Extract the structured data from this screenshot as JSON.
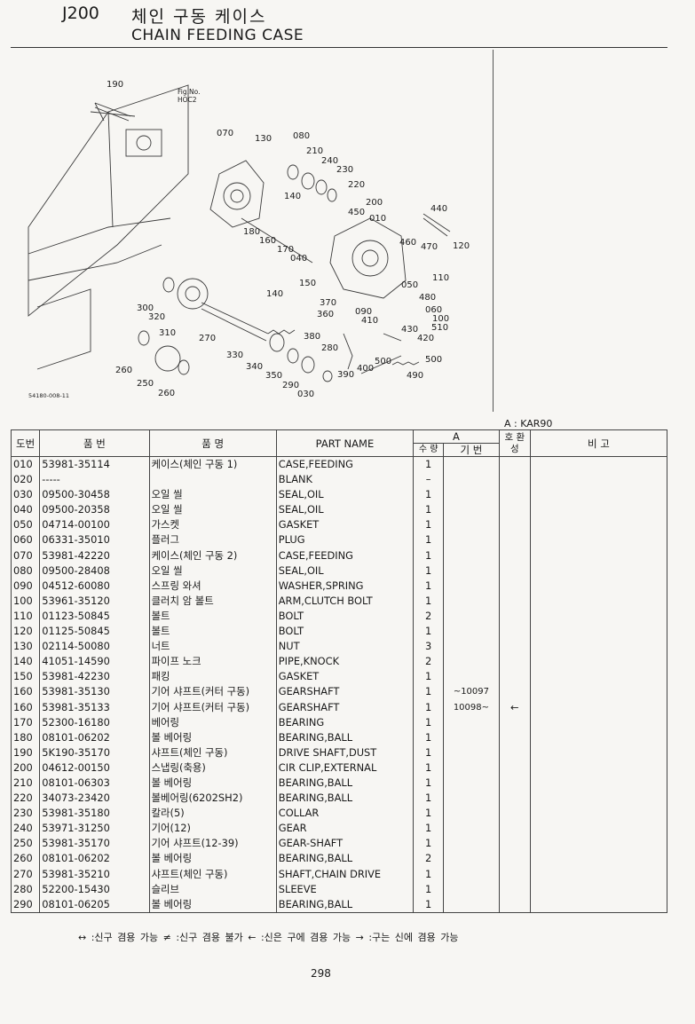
{
  "header": {
    "code": "J200",
    "title_ko": "체인 구동 케이스",
    "title_en": "CHAIN FEEDING CASE"
  },
  "diagram": {
    "fig_ref": "Fig.No.",
    "fig_no": "HOC2",
    "drawing_no": "54180-008-11",
    "callouts": [
      "190",
      "070",
      "130",
      "080",
      "210",
      "240",
      "230",
      "220",
      "200",
      "140",
      "450",
      "010",
      "440",
      "180",
      "160",
      "170",
      "040",
      "460",
      "470",
      "120",
      "110",
      "150",
      "050",
      "480",
      "140",
      "370",
      "060",
      "300",
      "090",
      "100",
      "360",
      "410",
      "510",
      "320",
      "310",
      "270",
      "430",
      "420",
      "380",
      "500",
      "280",
      "500",
      "330",
      "340",
      "400",
      "350",
      "390",
      "490",
      "260",
      "290",
      "030",
      "250",
      "260"
    ]
  },
  "model_label": "A : KAR90",
  "table": {
    "headers": {
      "no": "도번",
      "part_no": "품 번",
      "name_ko": "품 명",
      "name_en": "PART NAME",
      "group_a": "A",
      "qty": "수 량",
      "serial": "기 번",
      "interchange": "호 환 성",
      "remarks": "비 고"
    },
    "rows": [
      {
        "no": "010",
        "pn": "53981-35114",
        "ko": "케이스(체인 구동 1)",
        "en": "CASE,FEEDING",
        "q": "1",
        "s": "",
        "i": ""
      },
      {
        "no": "020",
        "pn": "-----",
        "ko": "",
        "en": "BLANK",
        "q": "–",
        "s": "",
        "i": ""
      },
      {
        "no": "030",
        "pn": "09500-30458",
        "ko": "오일 씰",
        "en": "SEAL,OIL",
        "q": "1",
        "s": "",
        "i": ""
      },
      {
        "no": "040",
        "pn": "09500-20358",
        "ko": "오일 씰",
        "en": "SEAL,OIL",
        "q": "1",
        "s": "",
        "i": ""
      },
      {
        "no": "050",
        "pn": "04714-00100",
        "ko": "가스켓",
        "en": "GASKET",
        "q": "1",
        "s": "",
        "i": ""
      },
      {
        "no": "060",
        "pn": "06331-35010",
        "ko": "플러그",
        "en": "PLUG",
        "q": "1",
        "s": "",
        "i": ""
      },
      {
        "no": "070",
        "pn": "53981-42220",
        "ko": "케이스(체인 구동 2)",
        "en": "CASE,FEEDING",
        "q": "1",
        "s": "",
        "i": ""
      },
      {
        "no": "080",
        "pn": "09500-28408",
        "ko": "오일 씰",
        "en": "SEAL,OIL",
        "q": "1",
        "s": "",
        "i": ""
      },
      {
        "no": "090",
        "pn": "04512-60080",
        "ko": "스프링 와셔",
        "en": "WASHER,SPRING",
        "q": "1",
        "s": "",
        "i": ""
      },
      {
        "no": "100",
        "pn": "53961-35120",
        "ko": "클러치 암 볼트",
        "en": "ARM,CLUTCH BOLT",
        "q": "1",
        "s": "",
        "i": ""
      },
      {
        "no": "110",
        "pn": "01123-50845",
        "ko": "볼트",
        "en": "BOLT",
        "q": "2",
        "s": "",
        "i": ""
      },
      {
        "no": "120",
        "pn": "01125-50845",
        "ko": "볼트",
        "en": "BOLT",
        "q": "1",
        "s": "",
        "i": ""
      },
      {
        "no": "130",
        "pn": "02114-50080",
        "ko": "너트",
        "en": "NUT",
        "q": "3",
        "s": "",
        "i": ""
      },
      {
        "no": "140",
        "pn": "41051-14590",
        "ko": "파이프 노크",
        "en": "PIPE,KNOCK",
        "q": "2",
        "s": "",
        "i": ""
      },
      {
        "no": "150",
        "pn": "53981-42230",
        "ko": "패킹",
        "en": "GASKET",
        "q": "1",
        "s": "",
        "i": ""
      },
      {
        "no": "160",
        "pn": "53981-35130",
        "ko": "기어 샤프트(커터 구동)",
        "en": "GEARSHAFT",
        "q": "1",
        "s": "~10097",
        "i": ""
      },
      {
        "no": "160",
        "pn": "53981-35133",
        "ko": "기어 샤프트(커터 구동)",
        "en": "GEARSHAFT",
        "q": "1",
        "s": "10098~",
        "i": "←"
      },
      {
        "no": "170",
        "pn": "52300-16180",
        "ko": "베어링",
        "en": "BEARING",
        "q": "1",
        "s": "",
        "i": ""
      },
      {
        "no": "180",
        "pn": "08101-06202",
        "ko": "볼 베어링",
        "en": "BEARING,BALL",
        "q": "1",
        "s": "",
        "i": ""
      },
      {
        "no": "190",
        "pn": "5K190-35170",
        "ko": "샤프트(체인 구동)",
        "en": "DRIVE SHAFT,DUST",
        "q": "1",
        "s": "",
        "i": ""
      },
      {
        "no": "200",
        "pn": "04612-00150",
        "ko": "스냅링(축용)",
        "en": "CIR CLIP,EXTERNAL",
        "q": "1",
        "s": "",
        "i": ""
      },
      {
        "no": "210",
        "pn": "08101-06303",
        "ko": "볼 베어링",
        "en": "BEARING,BALL",
        "q": "1",
        "s": "",
        "i": ""
      },
      {
        "no": "220",
        "pn": "34073-23420",
        "ko": "볼베어링(6202SH2)",
        "en": "BEARING,BALL",
        "q": "1",
        "s": "",
        "i": ""
      },
      {
        "no": "230",
        "pn": "53981-35180",
        "ko": "칼라(5)",
        "en": "COLLAR",
        "q": "1",
        "s": "",
        "i": ""
      },
      {
        "no": "240",
        "pn": "53971-31250",
        "ko": "기어(12)",
        "en": "GEAR",
        "q": "1",
        "s": "",
        "i": ""
      },
      {
        "no": "250",
        "pn": "53981-35170",
        "ko": "기어 샤프트(12-39)",
        "en": "GEAR-SHAFT",
        "q": "1",
        "s": "",
        "i": ""
      },
      {
        "no": "260",
        "pn": "08101-06202",
        "ko": "볼 베어링",
        "en": "BEARING,BALL",
        "q": "2",
        "s": "",
        "i": ""
      },
      {
        "no": "270",
        "pn": "53981-35210",
        "ko": "샤프트(체인 구동)",
        "en": "SHAFT,CHAIN DRIVE",
        "q": "1",
        "s": "",
        "i": ""
      },
      {
        "no": "280",
        "pn": "52200-15430",
        "ko": "슬리브",
        "en": "SLEEVE",
        "q": "1",
        "s": "",
        "i": ""
      },
      {
        "no": "290",
        "pn": "08101-06205",
        "ko": "볼 베어링",
        "en": "BEARING,BALL",
        "q": "1",
        "s": "",
        "i": ""
      }
    ]
  },
  "legend": "↔ :신구 겸용 가능   ≠ :신구 겸용 불가   ← :신은 구에 겸용 가능   → :구는 신에 겸용 가능",
  "page_number": "298"
}
